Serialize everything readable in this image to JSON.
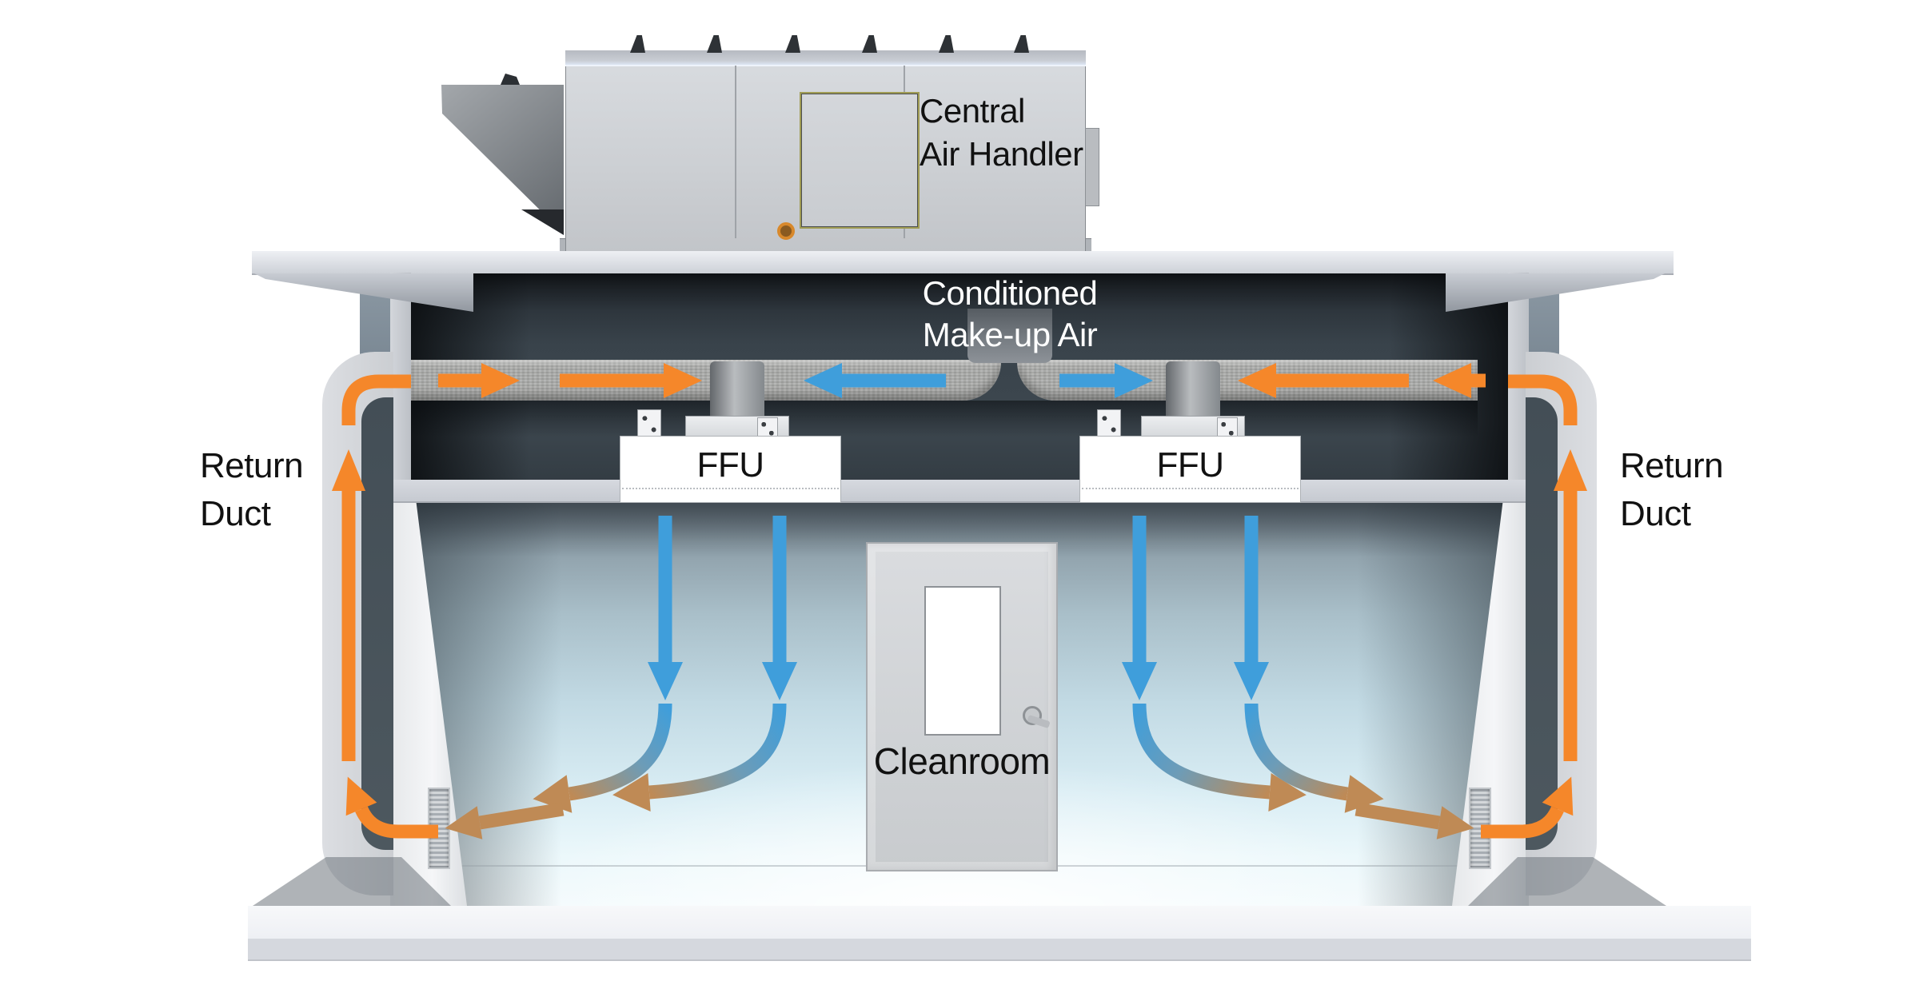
{
  "labels": {
    "air_handler": [
      "Central",
      "Air Handler"
    ],
    "makeup_air": [
      "Conditioned",
      "Make-up Air"
    ],
    "ffu_left": "FFU",
    "ffu_right": "FFU",
    "return_duct_left": [
      "Return",
      "Duct"
    ],
    "return_duct_right": [
      "Return",
      "Duct"
    ],
    "cleanroom": "Cleanroom"
  },
  "colors": {
    "supply_blue": "#3f9edb",
    "return_orange": "#f5872a",
    "mixed_tan": "#bf8a55",
    "plenum_dark": "#39434b",
    "duct_gray": "#adaeac",
    "label_dark": "#111111",
    "label_light": "#ffffff"
  },
  "icons": {
    "supply_arrow": "blue-arrow",
    "return_arrow": "orange-arrow",
    "mixed_arrow": "tan-arrow"
  }
}
